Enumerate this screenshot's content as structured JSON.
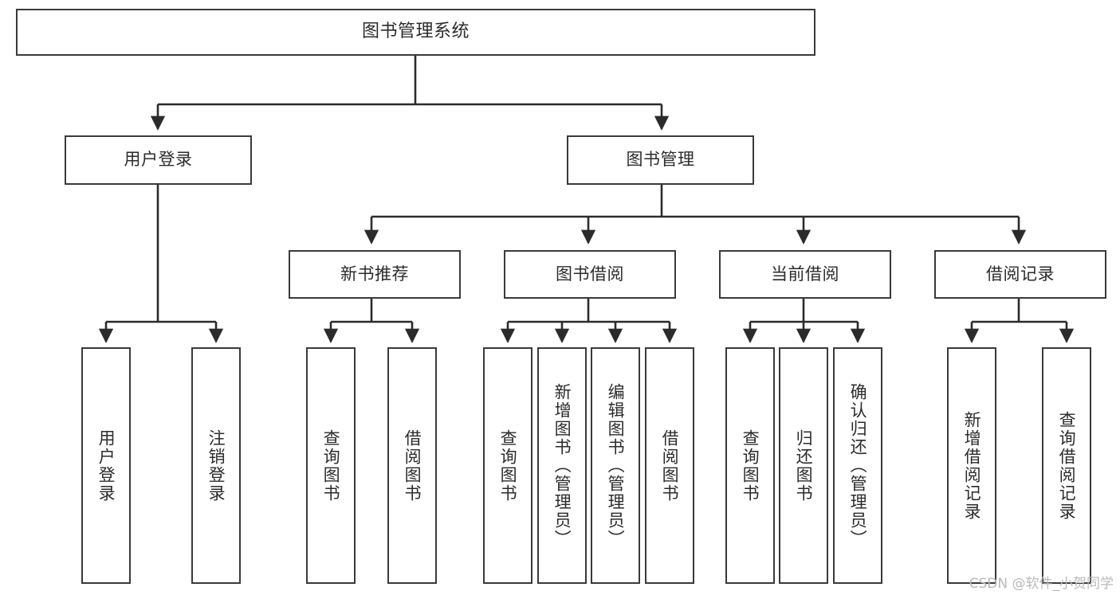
{
  "diagram": {
    "type": "tree",
    "title": "图书管理系统",
    "watermark": "CSDN @软件_小贺同学",
    "colors": {
      "box_border": "#3a3a3a",
      "box_fill": "#ffffff",
      "connector": "#2b2b2b",
      "text": "#2b2b2b",
      "watermark": "#b9b9b9"
    },
    "nodes": {
      "root": {
        "label": "图书管理系统",
        "level": 1,
        "orientation": "horizontal"
      },
      "l2": [
        {
          "id": "user-login",
          "label": "用户登录",
          "level": 2,
          "orientation": "horizontal"
        },
        {
          "id": "book-manage",
          "label": "图书管理",
          "level": 2,
          "orientation": "horizontal"
        }
      ],
      "l3": [
        {
          "id": "new-book-rec",
          "label": "新书推荐",
          "level": 3,
          "orientation": "horizontal",
          "parent": "book-manage"
        },
        {
          "id": "book-borrow",
          "label": "图书借阅",
          "level": 3,
          "orientation": "horizontal",
          "parent": "book-manage"
        },
        {
          "id": "current-borrow",
          "label": "当前借阅",
          "level": 3,
          "orientation": "horizontal",
          "parent": "book-manage"
        },
        {
          "id": "borrow-record",
          "label": "借阅记录",
          "level": 3,
          "orientation": "horizontal",
          "parent": "book-manage"
        }
      ],
      "leaves": [
        {
          "id": "leaf-user-login",
          "label": "用户登录",
          "parent": "user-login"
        },
        {
          "id": "leaf-logout-login",
          "label": "注销登录",
          "parent": "user-login"
        },
        {
          "id": "leaf-query-book-1",
          "label": "查询图书",
          "parent": "new-book-rec"
        },
        {
          "id": "leaf-borrow-book-1",
          "label": "借阅图书",
          "parent": "new-book-rec"
        },
        {
          "id": "leaf-query-book-2",
          "label": "查询图书",
          "parent": "book-borrow"
        },
        {
          "id": "leaf-add-book",
          "label": "新增图书（管理员）",
          "parent": "book-borrow"
        },
        {
          "id": "leaf-edit-book",
          "label": "编辑图书（管理员）",
          "parent": "book-borrow"
        },
        {
          "id": "leaf-borrow-book-2",
          "label": "借阅图书",
          "parent": "book-borrow"
        },
        {
          "id": "leaf-query-book-3",
          "label": "查询图书",
          "parent": "current-borrow"
        },
        {
          "id": "leaf-return-book",
          "label": "归还图书",
          "parent": "current-borrow"
        },
        {
          "id": "leaf-confirm-return",
          "label": "确认归还（管理员）",
          "parent": "current-borrow"
        },
        {
          "id": "leaf-add-record",
          "label": "新增借阅记录",
          "parent": "borrow-record"
        },
        {
          "id": "leaf-query-record",
          "label": "查询借阅记录",
          "parent": "borrow-record"
        }
      ]
    }
  }
}
